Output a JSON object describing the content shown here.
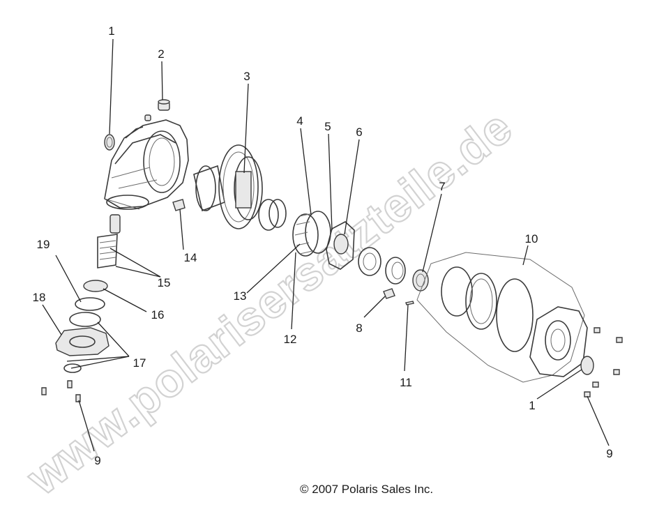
{
  "watermark": "www.polarisersatzteile.de",
  "copyright": "© 2007  Polaris Sales Inc.",
  "callouts": {
    "c1a": "1",
    "c2": "2",
    "c3": "3",
    "c4": "4",
    "c5": "5",
    "c6": "6",
    "c7": "7",
    "c10": "10",
    "c19": "19",
    "c14": "14",
    "c15": "15",
    "c18": "18",
    "c16": "16",
    "c13": "13",
    "c12": "12",
    "c8": "8",
    "c11": "11",
    "c17": "17",
    "c1b": "1",
    "c9a": "9",
    "c9b": "9"
  }
}
